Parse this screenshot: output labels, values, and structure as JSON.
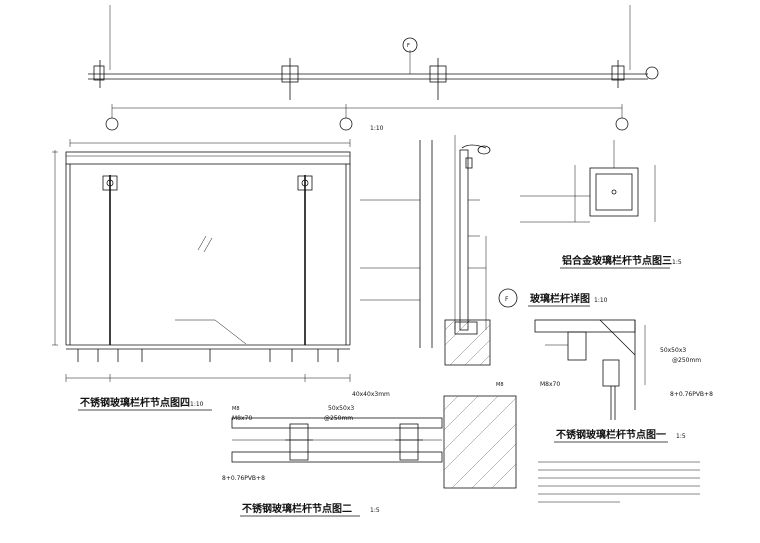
{
  "details": {
    "detail_four": {
      "title": "不锈钢玻璃栏杆节点图四",
      "scale": "1:10"
    },
    "detail_three": {
      "title": "铝合金玻璃栏杆节点图三",
      "scale": "1:5"
    },
    "detail_two": {
      "title": "不锈钢玻璃栏杆节点图二",
      "scale": "1:5"
    },
    "detail_one": {
      "title": "不锈钢玻璃栏杆节点图一",
      "scale": "1:5"
    },
    "railing_detail": {
      "title": "玻璃栏杆详图",
      "scale": "1:10",
      "marker": "F"
    }
  },
  "top_plan": {
    "marker": "F",
    "scale_label": "1:10"
  },
  "labels": {
    "tube_40": "40x40x3mm",
    "bolt_left": "M8",
    "bolt_left_size": "M8x70",
    "tube_50_left": "50x50x3",
    "spacing_left": "@250mm",
    "glass_left": "8+0.76PVB+8",
    "tube_50_right": "50x50x3",
    "spacing_right": "@250mm",
    "bolt_right": "M8",
    "bolt_right_size": "M8x70",
    "glass_right": "8+0.76PVB+8"
  }
}
